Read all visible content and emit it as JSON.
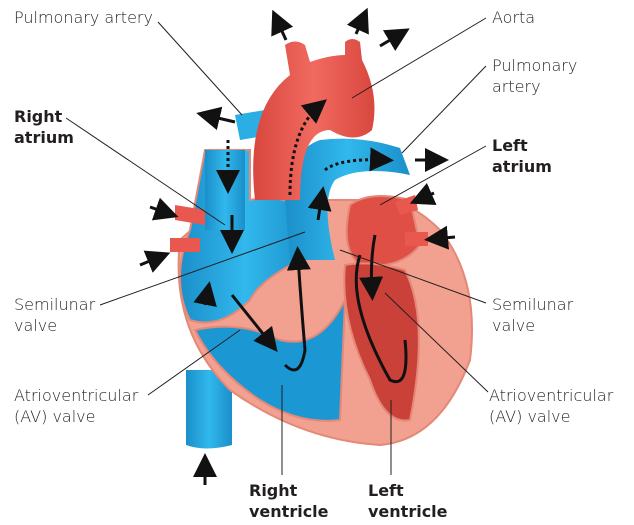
{
  "labels": {
    "pulmonary_artery_left": "Pulmonary artery",
    "aorta": "Aorta",
    "pulmonary_artery_right": [
      "Pulmonary",
      "artery"
    ],
    "right_atrium": [
      "Right",
      "atrium"
    ],
    "left_atrium": [
      "Left",
      "atrium"
    ],
    "semilunar_valve_left": [
      "Semilunar",
      "valve"
    ],
    "semilunar_valve_right": [
      "Semilunar",
      "valve"
    ],
    "av_valve_left": [
      "Atrioventricular",
      "(AV) valve"
    ],
    "av_valve_right": [
      "Atrioventricular",
      "(AV) valve"
    ],
    "right_ventricle": [
      "Right",
      "ventricle"
    ],
    "left_ventricle": [
      "Left",
      "ventricle"
    ]
  },
  "colors": {
    "deoxygenated": "#1aa3d9",
    "oxygenated": "#e8584f",
    "muscle": "#f2a08f",
    "arrow": "#111111"
  }
}
